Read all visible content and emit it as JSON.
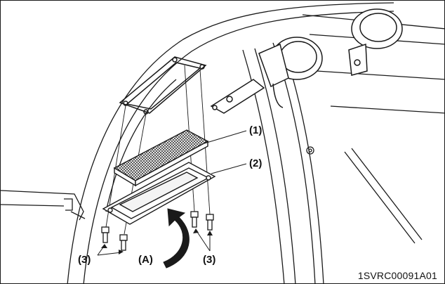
{
  "figure": {
    "callouts": {
      "filter": "(1)",
      "cover": "(2)",
      "screws_left": "(3)",
      "screws_right": "(3)",
      "direction": "(A)"
    },
    "figure_id": "1SVRC00091A01"
  }
}
